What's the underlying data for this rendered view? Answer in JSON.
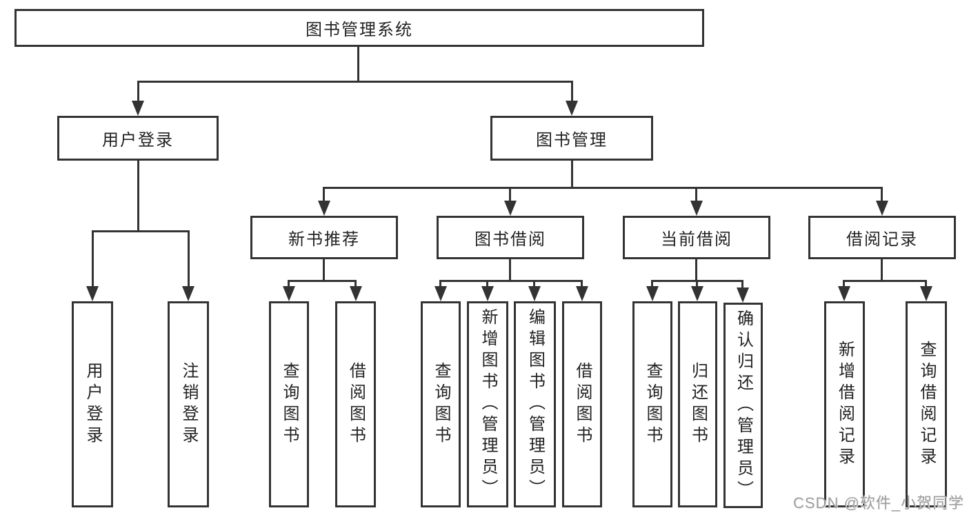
{
  "diagram": {
    "root": "图书管理系统",
    "branches": [
      {
        "label": "用户登录",
        "children": [
          "用户登录",
          "注销登录"
        ]
      },
      {
        "label": "图书管理",
        "groups": [
          {
            "label": "新书推荐",
            "children": [
              "查询图书",
              "借阅图书"
            ]
          },
          {
            "label": "图书借阅",
            "children": [
              "查询图书",
              "新增图书（管理员）",
              "编辑图书（管理员）",
              "借阅图书"
            ]
          },
          {
            "label": "当前借阅",
            "children": [
              "查询图书",
              "归还图书",
              "确认归还（管理员）"
            ]
          },
          {
            "label": "借阅记录",
            "children": [
              "新增借阅记录",
              "查询借阅记录"
            ]
          }
        ]
      }
    ]
  },
  "watermark": "CSDN @软件_小贺同学",
  "colors": {
    "line": "#333333",
    "text": "#222222",
    "watermark": "#9e9e9e",
    "background": "#ffffff"
  }
}
